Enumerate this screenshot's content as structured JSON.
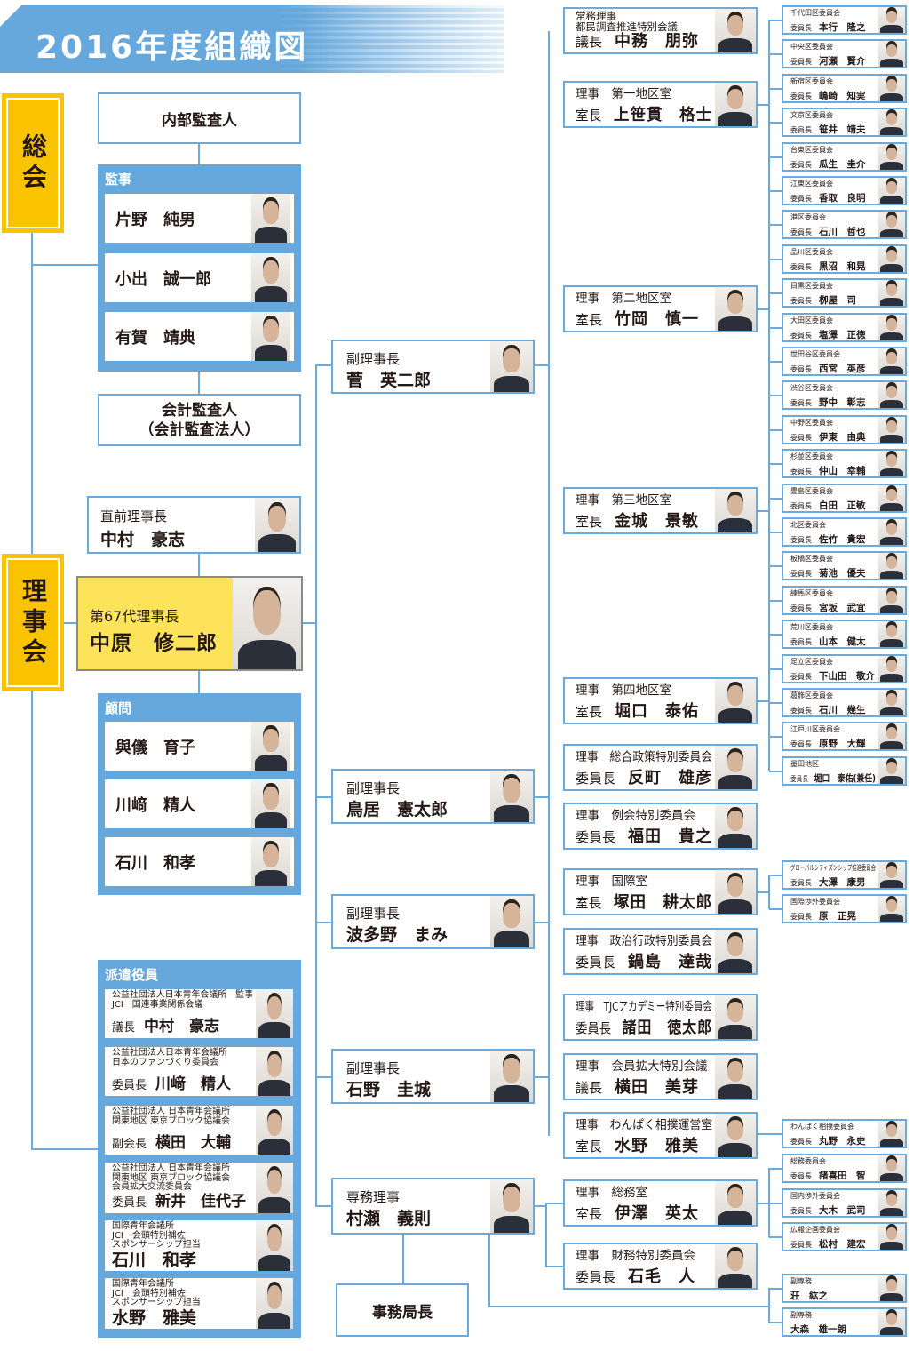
{
  "title": "2016年度組織図",
  "bodies": {
    "general_assembly": "総会",
    "board": "理事会"
  },
  "internal_auditor": "内部監査人",
  "auditors": {
    "label": "監事",
    "members": [
      "片野　純男",
      "小出　誠一郎",
      "有賀　靖典"
    ]
  },
  "accounting_auditor": {
    "line1": "会計監査人",
    "line2": "（会計監査法人）"
  },
  "past_president": {
    "title": "直前理事長",
    "name": "中村　豪志"
  },
  "president": {
    "title": "第67代理事長",
    "name": "中原　修二郎"
  },
  "advisors": {
    "label": "顧問",
    "members": [
      "與儀　育子",
      "川﨑　精人",
      "石川　和孝"
    ]
  },
  "dispatched": {
    "label": "派遣役員",
    "members": [
      {
        "lines": [
          "公益社団法人日本青年会議所　監事",
          "JCI　国連事業関係会議"
        ],
        "role": "議長",
        "name": "中村　豪志"
      },
      {
        "lines": [
          "公益社団法人日本青年会議所",
          "日本のファンづくり委員会"
        ],
        "role": "委員長",
        "name": "川﨑　精人"
      },
      {
        "lines": [
          "公益社団法人 日本青年会議所",
          "関東地区 東京ブロック協議会"
        ],
        "role": "副会長",
        "name": "横田　大輔"
      },
      {
        "lines": [
          "公益社団法人 日本青年会議所",
          "関東地区 東京ブロック協議会",
          "会員拡大交流委員会"
        ],
        "role": "委員長",
        "name": "新井　佳代子"
      },
      {
        "lines": [
          "国際青年会議所",
          "JCI　会頭特別補佐",
          "スポンサーシップ担当"
        ],
        "role": "",
        "name": "石川　和孝"
      },
      {
        "lines": [
          "国際青年会議所",
          "JCI　会頭特別補佐",
          "スポンサーシップ担当"
        ],
        "role": "",
        "name": "水野　雅美"
      }
    ]
  },
  "vice_presidents": [
    {
      "title": "副理事長",
      "name": "菅　英二郎"
    },
    {
      "title": "副理事長",
      "name": "鳥居　憲太郎"
    },
    {
      "title": "副理事長",
      "name": "波多野　まみ"
    },
    {
      "title": "副理事長",
      "name": "石野　圭城"
    }
  ],
  "managing_director": {
    "title": "専務理事",
    "name": "村瀬　義則"
  },
  "secretariat": "事務局長",
  "directors": [
    {
      "lines": [
        "常務理事",
        "都民調査推進特別会議"
      ],
      "role": "議長",
      "name": "中務　朋弥"
    },
    {
      "lines": [
        "理事　第一地区室"
      ],
      "role": "室長",
      "name": "上笹貫　格士"
    },
    {
      "lines": [
        "理事　第二地区室"
      ],
      "role": "室長",
      "name": "竹岡　慎一"
    },
    {
      "lines": [
        "理事　第三地区室"
      ],
      "role": "室長",
      "name": "金城　景敏"
    },
    {
      "lines": [
        "理事　第四地区室"
      ],
      "role": "室長",
      "name": "堀口　泰佑"
    },
    {
      "lines": [
        "理事　総合政策特別委員会"
      ],
      "role": "委員長",
      "name": "反町　雄彦"
    },
    {
      "lines": [
        "理事　例会特別委員会"
      ],
      "role": "委員長",
      "name": "福田　貴之"
    },
    {
      "lines": [
        "理事　国際室"
      ],
      "role": "室長",
      "name": "塚田　耕太郎"
    },
    {
      "lines": [
        "理事　政治行政特別委員会"
      ],
      "role": "委員長",
      "name": "鍋島　達哉"
    },
    {
      "lines": [
        "理事　TJCアカデミー特別委員会"
      ],
      "role": "委員長",
      "name": "諸田　徳太郎"
    },
    {
      "lines": [
        "理事　会員拡大特別会議"
      ],
      "role": "議長",
      "name": "横田　美芽"
    },
    {
      "lines": [
        "理事　わんぱく相撲運営室"
      ],
      "role": "室長",
      "name": "水野　雅美"
    },
    {
      "lines": [
        "理事　総務室"
      ],
      "role": "室長",
      "name": "伊澤　英太"
    },
    {
      "lines": [
        "理事　財務特別委員会"
      ],
      "role": "委員長",
      "name": "石毛　人"
    }
  ],
  "committees": [
    {
      "org": "千代田区委員会",
      "role": "委員長",
      "name": "本行　隆之"
    },
    {
      "org": "中央区委員会",
      "role": "委員長",
      "name": "河瀬　賢介"
    },
    {
      "org": "新宿区委員会",
      "role": "委員長",
      "name": "嶋崎　知実"
    },
    {
      "org": "文京区委員会",
      "role": "委員長",
      "name": "笹井　靖夫"
    },
    {
      "org": "台東区委員会",
      "role": "委員長",
      "name": "瓜生　圭介"
    },
    {
      "org": "江東区委員会",
      "role": "委員長",
      "name": "香取　良明"
    },
    {
      "org": "港区委員会",
      "role": "委員長",
      "name": "石川　哲也"
    },
    {
      "org": "品川区委員会",
      "role": "委員長",
      "name": "黒沼　和晃"
    },
    {
      "org": "目黒区委員会",
      "role": "委員長",
      "name": "栁屋　司"
    },
    {
      "org": "大田区委員会",
      "role": "委員長",
      "name": "塩澤　正徳"
    },
    {
      "org": "世田谷区委員会",
      "role": "委員長",
      "name": "西宮　英彦"
    },
    {
      "org": "渋谷区委員会",
      "role": "委員長",
      "name": "野中　彰志"
    },
    {
      "org": "中野区委員会",
      "role": "委員長",
      "name": "伊東　由典"
    },
    {
      "org": "杉並区委員会",
      "role": "委員長",
      "name": "仲山　幸輔"
    },
    {
      "org": "豊島区委員会",
      "role": "委員長",
      "name": "白田　正敏"
    },
    {
      "org": "北区委員会",
      "role": "委員長",
      "name": "佐竹　貴宏"
    },
    {
      "org": "板橋区委員会",
      "role": "委員長",
      "name": "菊池　優夫"
    },
    {
      "org": "練馬区委員会",
      "role": "委員長",
      "name": "宮坂　武宜"
    },
    {
      "org": "荒川区委員会",
      "role": "委員長",
      "name": "山本　健太"
    },
    {
      "org": "足立区委員会",
      "role": "委員長",
      "name": "下山田　敬介"
    },
    {
      "org": "葛飾区委員会",
      "role": "委員長",
      "name": "石川　幾生"
    },
    {
      "org": "江戸川区委員会",
      "role": "委員長",
      "name": "原野　大輝"
    },
    {
      "org": "墨田地区",
      "role": "委員長",
      "name": "堀口　泰佑(兼任)"
    },
    {
      "org": "グローバルシティズンシップ推進委員会",
      "role": "委員長",
      "name": "大澤　康男"
    },
    {
      "org": "国際渉外委員会",
      "role": "委員長",
      "name": "原　正晃"
    },
    {
      "org": "わんぱく相撲委員会",
      "role": "委員長",
      "name": "丸野　永史"
    },
    {
      "org": "総務委員会",
      "role": "委員長",
      "name": "諸喜田　智"
    },
    {
      "org": "国内渉外委員会",
      "role": "委員長",
      "name": "大木　武司"
    },
    {
      "org": "広報企画委員会",
      "role": "委員長",
      "name": "松村　建宏"
    },
    {
      "org": "副専務",
      "role": "",
      "name": "荘　紘之"
    },
    {
      "org": "副専務",
      "role": "",
      "name": "大森　雄一朗"
    }
  ],
  "colors": {
    "accent_blue": "#66a8dc",
    "body_yellow": "#f9c300",
    "president_yellow": "#fde35a"
  }
}
